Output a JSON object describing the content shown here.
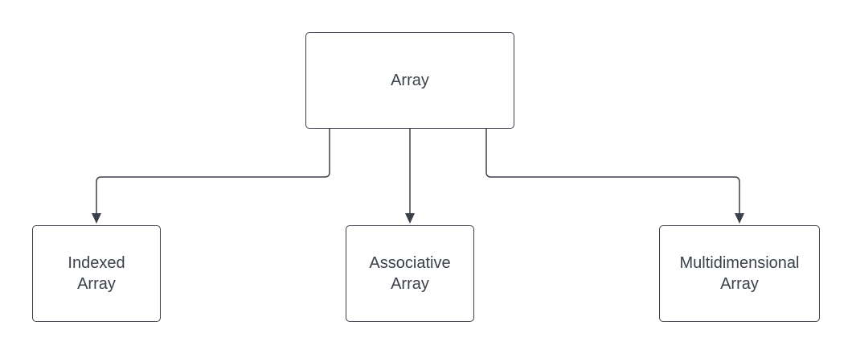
{
  "diagram": {
    "root": {
      "label": "Array"
    },
    "children": [
      {
        "line1": "Indexed",
        "line2": "Array"
      },
      {
        "line1": "Associative",
        "line2": "Array"
      },
      {
        "line1": "Multidimensional",
        "line2": "Array"
      }
    ],
    "colors": {
      "stroke": "#3a414a",
      "text": "#3a414a",
      "background": "#ffffff"
    }
  }
}
